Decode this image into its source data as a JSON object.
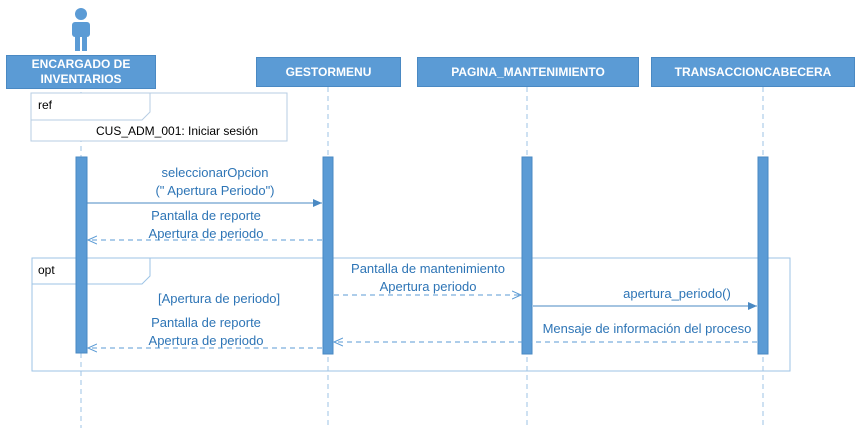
{
  "lifelines": [
    {
      "id": "encargado",
      "name": "ENCARGADO DE INVENTARIOS",
      "kind": "actor"
    },
    {
      "id": "gestormenu",
      "name": "GESTORMENU",
      "kind": "object"
    },
    {
      "id": "pagina",
      "name": "PAGINA_MANTENIMIENTO",
      "kind": "object"
    },
    {
      "id": "transaccion",
      "name": "TRANSACCIONCABECERA",
      "kind": "object"
    }
  ],
  "fragments": {
    "ref": {
      "tag": "ref",
      "text": "CUS_ADM_001: Iniciar sesión"
    },
    "opt": {
      "tag": "opt",
      "guard": "[Apertura de periodo]"
    }
  },
  "messages": [
    {
      "id": "m1",
      "from": "encargado",
      "to": "gestormenu",
      "kind": "sync",
      "lines": [
        "seleccionarOpcion",
        "(\" Apertura Periodo\")"
      ]
    },
    {
      "id": "m2",
      "from": "gestormenu",
      "to": "encargado",
      "kind": "return",
      "lines": [
        "Pantalla de reporte",
        "Apertura de periodo"
      ]
    },
    {
      "id": "m3",
      "from": "gestormenu",
      "to": "pagina",
      "kind": "return",
      "lines": [
        "Pantalla de mantenimiento",
        "Apertura periodo"
      ]
    },
    {
      "id": "m4",
      "from": "pagina",
      "to": "transaccion",
      "kind": "sync",
      "lines": [
        "apertura_periodo()"
      ]
    },
    {
      "id": "m5",
      "from": "transaccion",
      "to": "gestormenu",
      "kind": "return",
      "lines": [
        "Mensaje de información del proceso"
      ]
    },
    {
      "id": "m6",
      "from": "gestormenu",
      "to": "encargado",
      "kind": "return",
      "lines": [
        "Pantalla de reporte",
        "Apertura de periodo"
      ]
    }
  ],
  "colors": {
    "accent": "#5b9bd5",
    "border": "#4a89c3",
    "line": "#9dc3e6",
    "text": "#2e75b6"
  }
}
